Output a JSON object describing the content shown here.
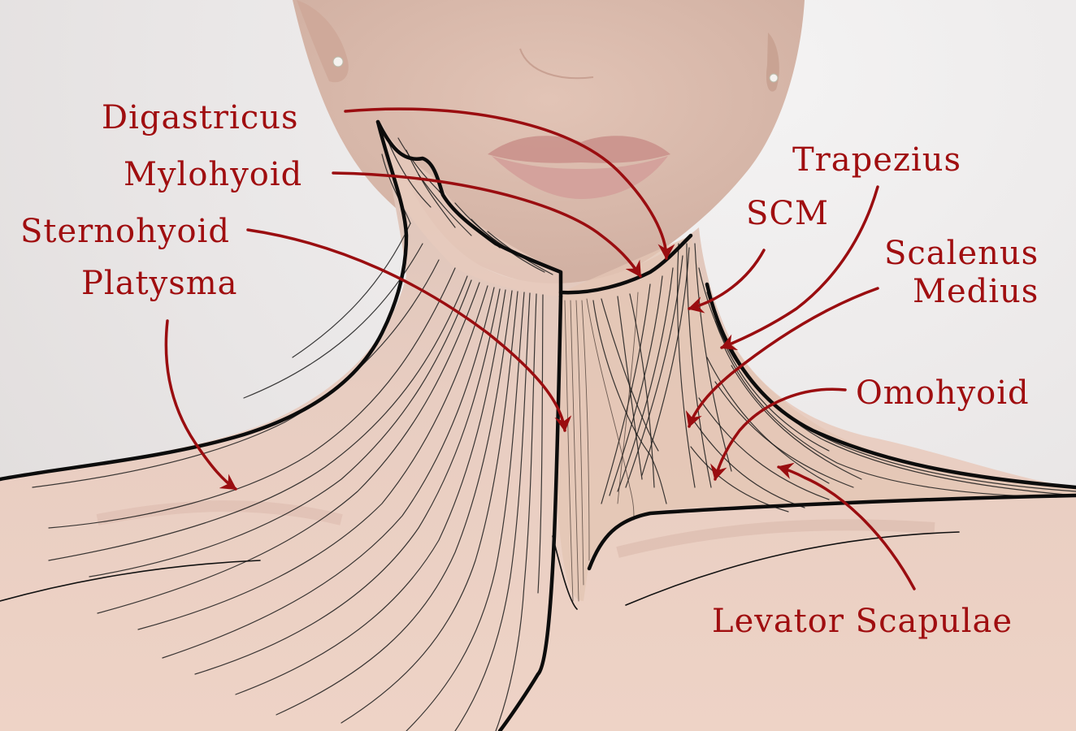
{
  "labels": {
    "digastricus": "Digastricus",
    "mylohyoid": "Mylohyoid",
    "sternohyoid": "Sternohyoid",
    "platysma": "Platysma",
    "trapezius": "Trapezius",
    "scm": "SCM",
    "scalenus_line1": "Scalenus",
    "scalenus_line2": "Medius",
    "omohyoid": "Omohyoid",
    "levator_scapulae": "Levator Scapulae"
  },
  "colors": {
    "label": "#a00e10",
    "arrow": "#9a0d10",
    "outline": "#0c0c0c",
    "skin": "#e8cdc1",
    "background": "#ececec"
  }
}
